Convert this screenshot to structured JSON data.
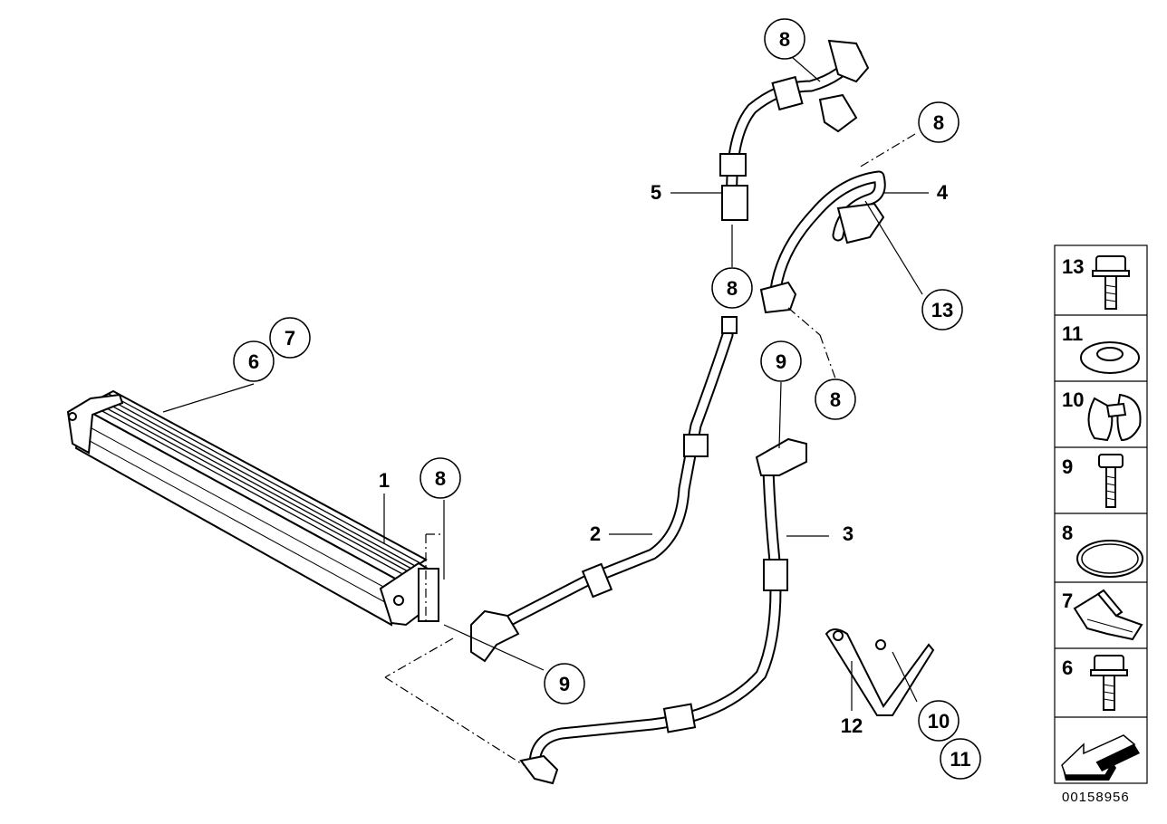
{
  "callouts": {
    "c1": "1",
    "c2": "2",
    "c3": "3",
    "c4": "4",
    "c5": "5",
    "c6": "6",
    "c7": "7",
    "c8a": "8",
    "c8b": "8",
    "c8c": "8",
    "c8d": "8",
    "c8e": "8",
    "c9a": "9",
    "c9b": "9",
    "c10": "10",
    "c11": "11",
    "c12": "12",
    "c13": "13"
  },
  "legend": {
    "items": [
      "13",
      "11",
      "10",
      "9",
      "8",
      "7",
      "6"
    ]
  },
  "document_number": "00158956",
  "colors": {
    "line": "#000000",
    "background": "#ffffff"
  }
}
